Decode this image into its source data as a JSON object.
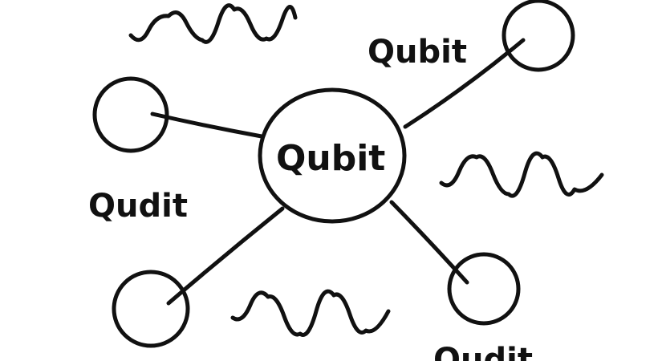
{
  "diagram": {
    "center_node": {
      "label": "Qubit"
    },
    "satellite_labels": {
      "top_right": "Qubit",
      "left": "Qudit",
      "bottom_right": "Qudit"
    },
    "ink_color": "#111111",
    "background_color": "#ffffff"
  }
}
